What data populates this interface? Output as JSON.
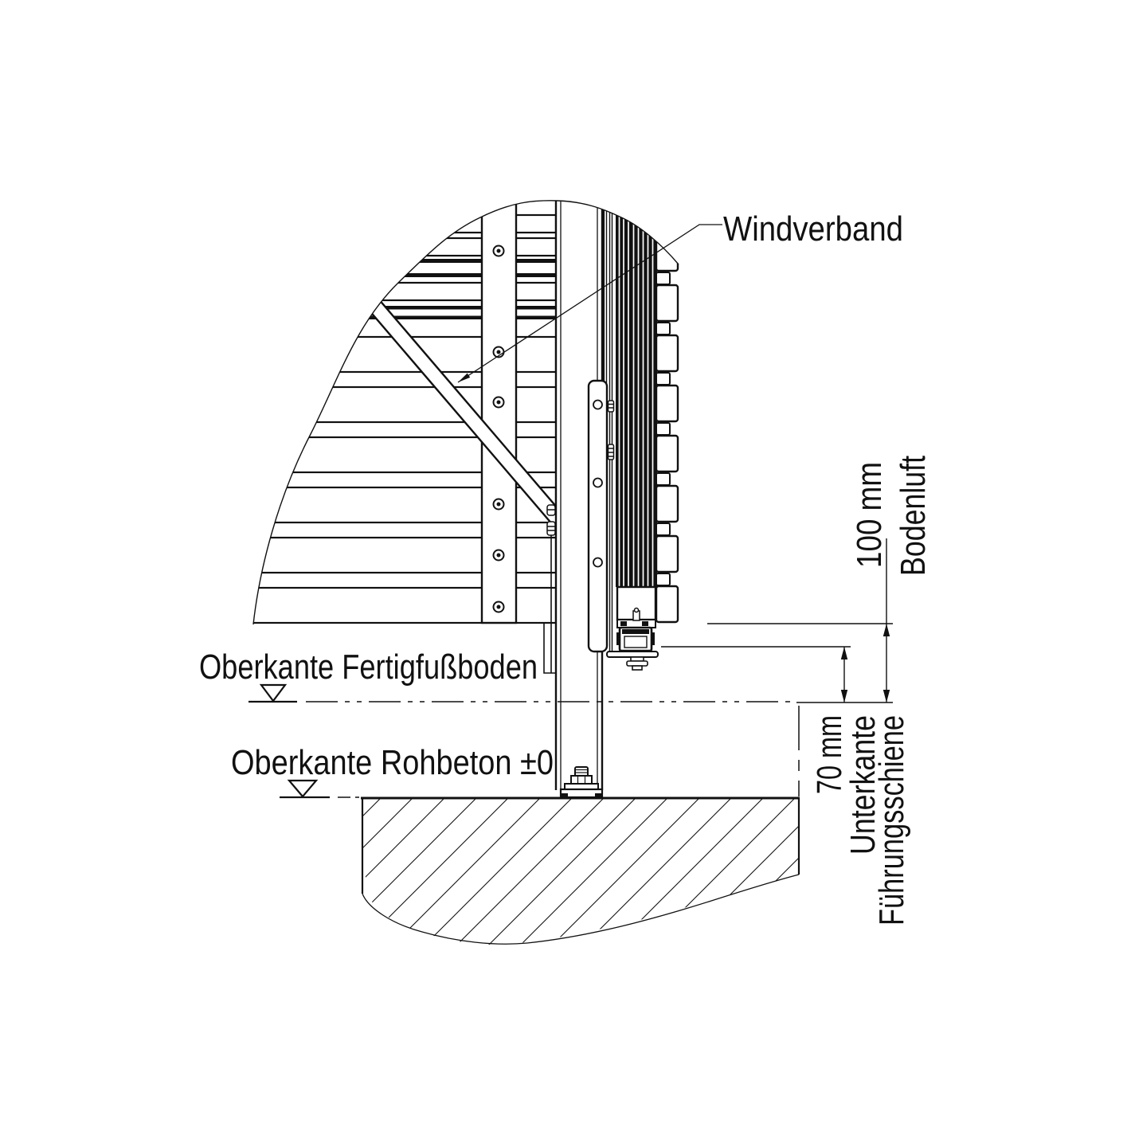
{
  "annotations": {
    "windverband": "Windverband",
    "level_finished_floor": "Oberkante Fertigfußboden",
    "level_raw_concrete": "Oberkante Rohbeton ±0"
  },
  "dimensions": {
    "floor_clearance": {
      "value": "100 mm",
      "label": "Bodenluft"
    },
    "guide_rail_clearance": {
      "value": "70 mm",
      "label_line1": "Unterkante",
      "label_line2": "Führungsschiene"
    }
  },
  "colors": {
    "ink": "#111111",
    "paper": "#ffffff"
  }
}
